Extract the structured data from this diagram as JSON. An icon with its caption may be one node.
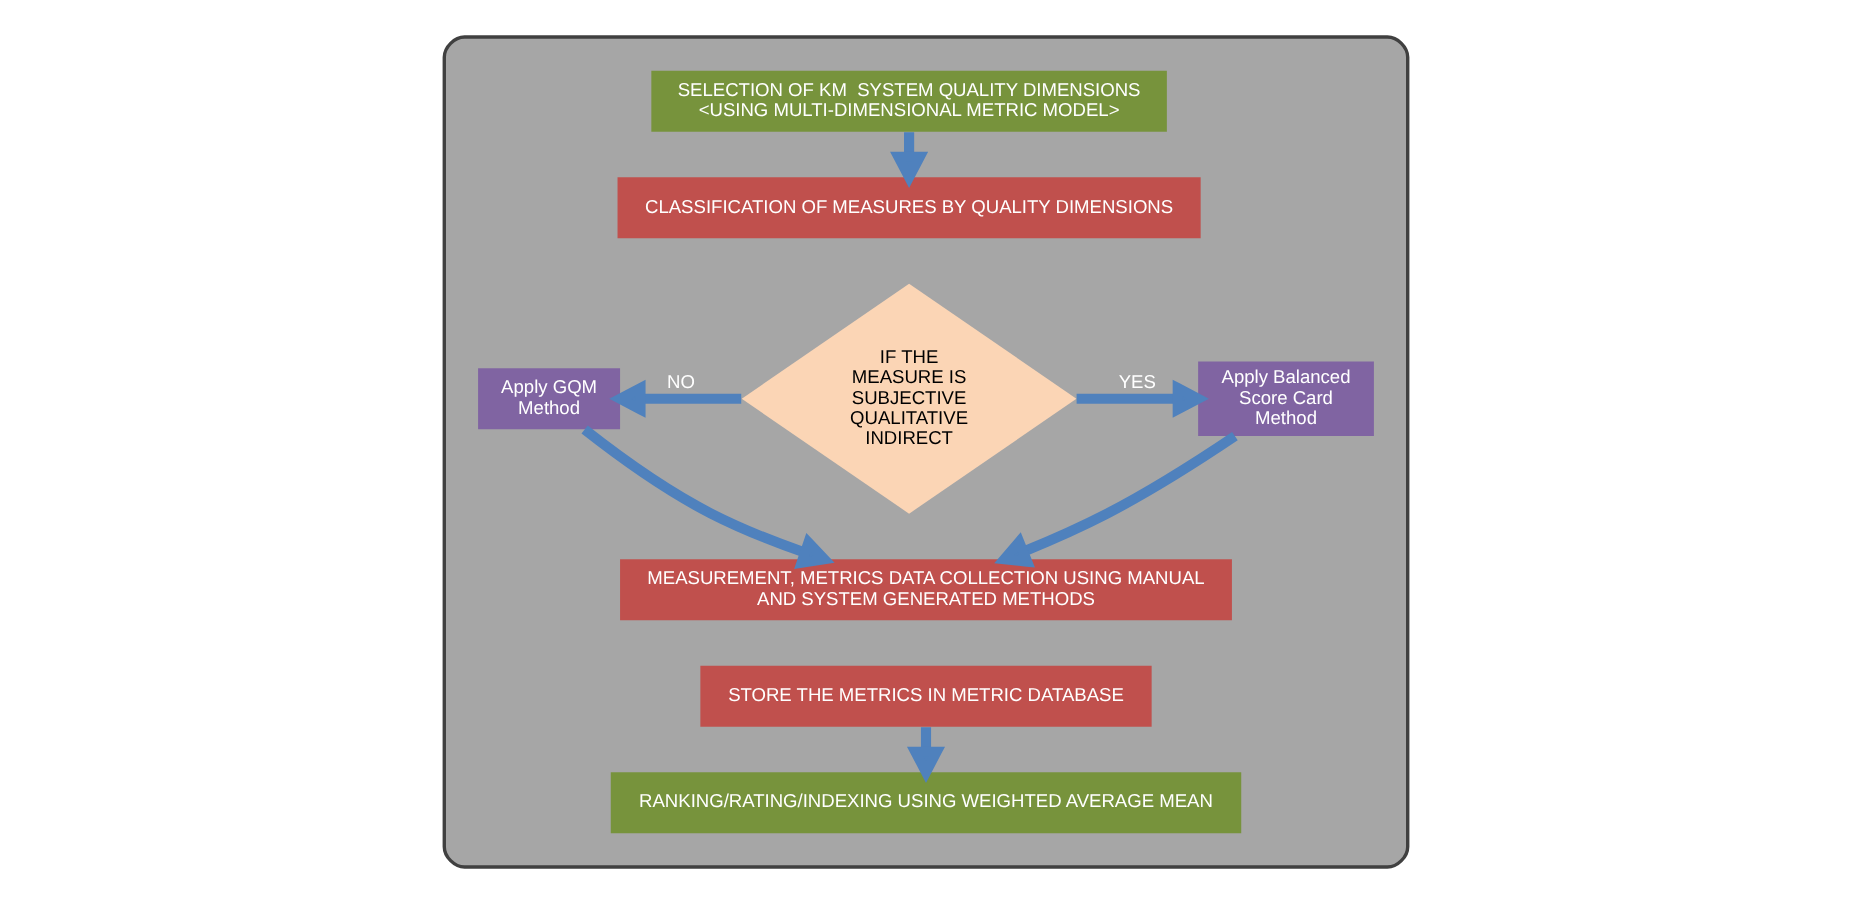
{
  "diagram": {
    "nodes": [
      {
        "text": [],
        "shape": "box"
      },
      {
        "text": [
          "SELECTION OF KM  SYSTEM QUALITY DIMENSIONS <USING MULTI-DIMENSIONAL METRIC MODEL>"
        ],
        "in": 0
      },
      {
        "text": [
          "CLASSIFICATION OF MEASURES BY QUALITY DIMENSIONS"
        ],
        "in": 0
      },
      {
        "text": [
          "IF THE MEASURE IS SUBJECTIVE QUALITATIVE INDIRECT"
        ],
        "in": 0
      },
      {
        "text": [
          "Apply GQM Method"
        ],
        "in": 0
      },
      {
        "text": [
          "Apply Balanced Score Card Method"
        ],
        "in": 0
      },
      {
        "text": [
          "MEASUREMENT, METRICS DATA COLLECTION USING MANUAL AND SYSTEM GENERATED METHODS"
        ],
        "in": 0
      },
      {
        "text": [
          "STORE THE METRICS IN METRIC DATABASE"
        ],
        "in": 0
      },
      {
        "text": [
          "RANKING/RATING/INDEXING USING WEIGHTED AVERAGE MEAN"
        ],
        "in": 0
      }
    ],
    "edges": [
      {
        "from": 1,
        "to": 2,
        "arrow": "to"
      },
      {
        "from": 3,
        "to": 4,
        "arrow": "to",
        "label": "NO"
      },
      {
        "from": 3,
        "to": 5,
        "arrow": "to",
        "label": "YES"
      },
      {
        "from": 4,
        "to": 6,
        "arrow": "to"
      },
      {
        "from": 5,
        "to": 6,
        "arrow": "to"
      },
      {
        "from": 7,
        "to": 8,
        "arrow": "to"
      }
    ]
  }
}
